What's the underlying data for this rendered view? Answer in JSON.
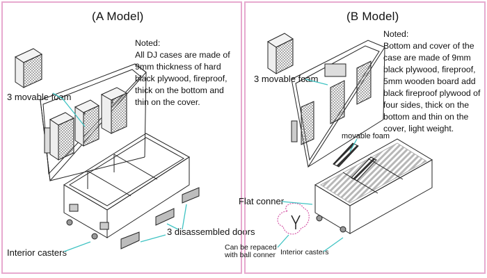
{
  "panel_a": {
    "title": "(A Model)",
    "note_heading": "Noted:",
    "note_body": "All DJ cases are made of 9mm thickness of hard black plywood, fireproof, thick on the bottom and thin on the cover.",
    "labels": {
      "foam": "3 movable foam",
      "doors": "3 disassembled doors",
      "casters": "Interior casters"
    }
  },
  "panel_b": {
    "title": "(B Model)",
    "note_heading": "Noted:",
    "note_body": "Bottom and cover of the case are made of 9mm black plywood, fireproof, 5mm wooden board add black fireproof plywood of four sides, thick on the bottom and thin on the cover, light weight.",
    "labels": {
      "foam": "3 movable foam",
      "movable_foam": "movable foam",
      "flat_corner": "Flat conner",
      "ball_corner_1": "Can be repaced",
      "ball_corner_2": "with ball conner",
      "casters": "Interior casters"
    }
  },
  "colors": {
    "border": "#e7a9cf",
    "leader": "#3fc3c3",
    "ink": "#111111",
    "bubble": "#d65aa8"
  }
}
